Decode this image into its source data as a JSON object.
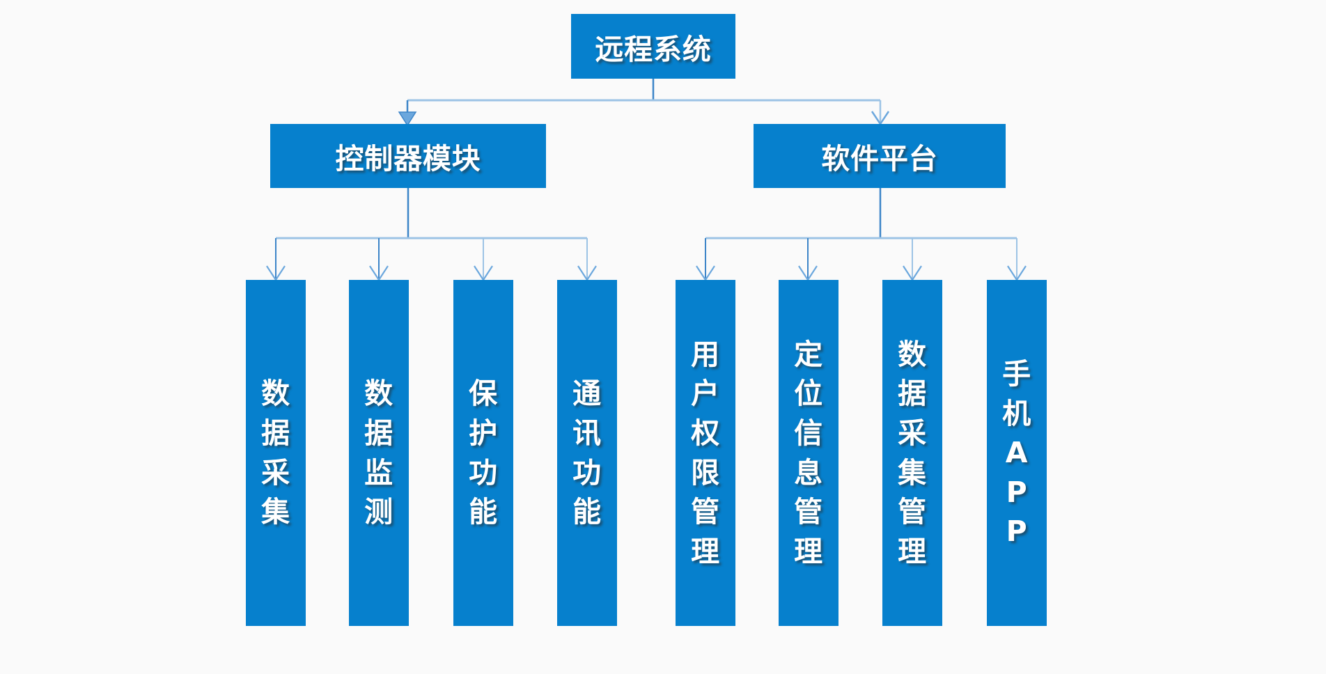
{
  "diagram": {
    "title": "远程系统",
    "type": "hierarchy-tree",
    "background_color": "#fafafa",
    "box_color": "#0680cd",
    "text_color": "#ffffff",
    "connector_color": "#9cc3e5",
    "connector_color_dark": "#3d85c8",
    "root": {
      "label": "远程系统"
    },
    "branches": [
      {
        "label": "控制器模块",
        "arrow_style": "filled",
        "children": [
          {
            "label": "数据采集",
            "chars": [
              "数",
              "据",
              "采",
              "集"
            ]
          },
          {
            "label": "数据监测",
            "chars": [
              "数",
              "据",
              "监",
              "测"
            ]
          },
          {
            "label": "保护功能",
            "chars": [
              "保",
              "护",
              "功",
              "能"
            ]
          },
          {
            "label": "通讯功能",
            "chars": [
              "通",
              "讯",
              "功",
              "能"
            ]
          }
        ]
      },
      {
        "label": "软件平台",
        "arrow_style": "open",
        "children": [
          {
            "label": "用户权限管理",
            "chars": [
              "用",
              "户",
              "权",
              "限",
              "管",
              "理"
            ]
          },
          {
            "label": "定位信息管理",
            "chars": [
              "定",
              "位",
              "信",
              "息",
              "管",
              "理"
            ]
          },
          {
            "label": "数据采集管理",
            "chars": [
              "数",
              "据",
              "采",
              "集",
              "管",
              "理"
            ]
          },
          {
            "label": "手机APP",
            "chars": [
              "手",
              "机",
              "A",
              "P",
              "P"
            ]
          }
        ]
      }
    ]
  }
}
